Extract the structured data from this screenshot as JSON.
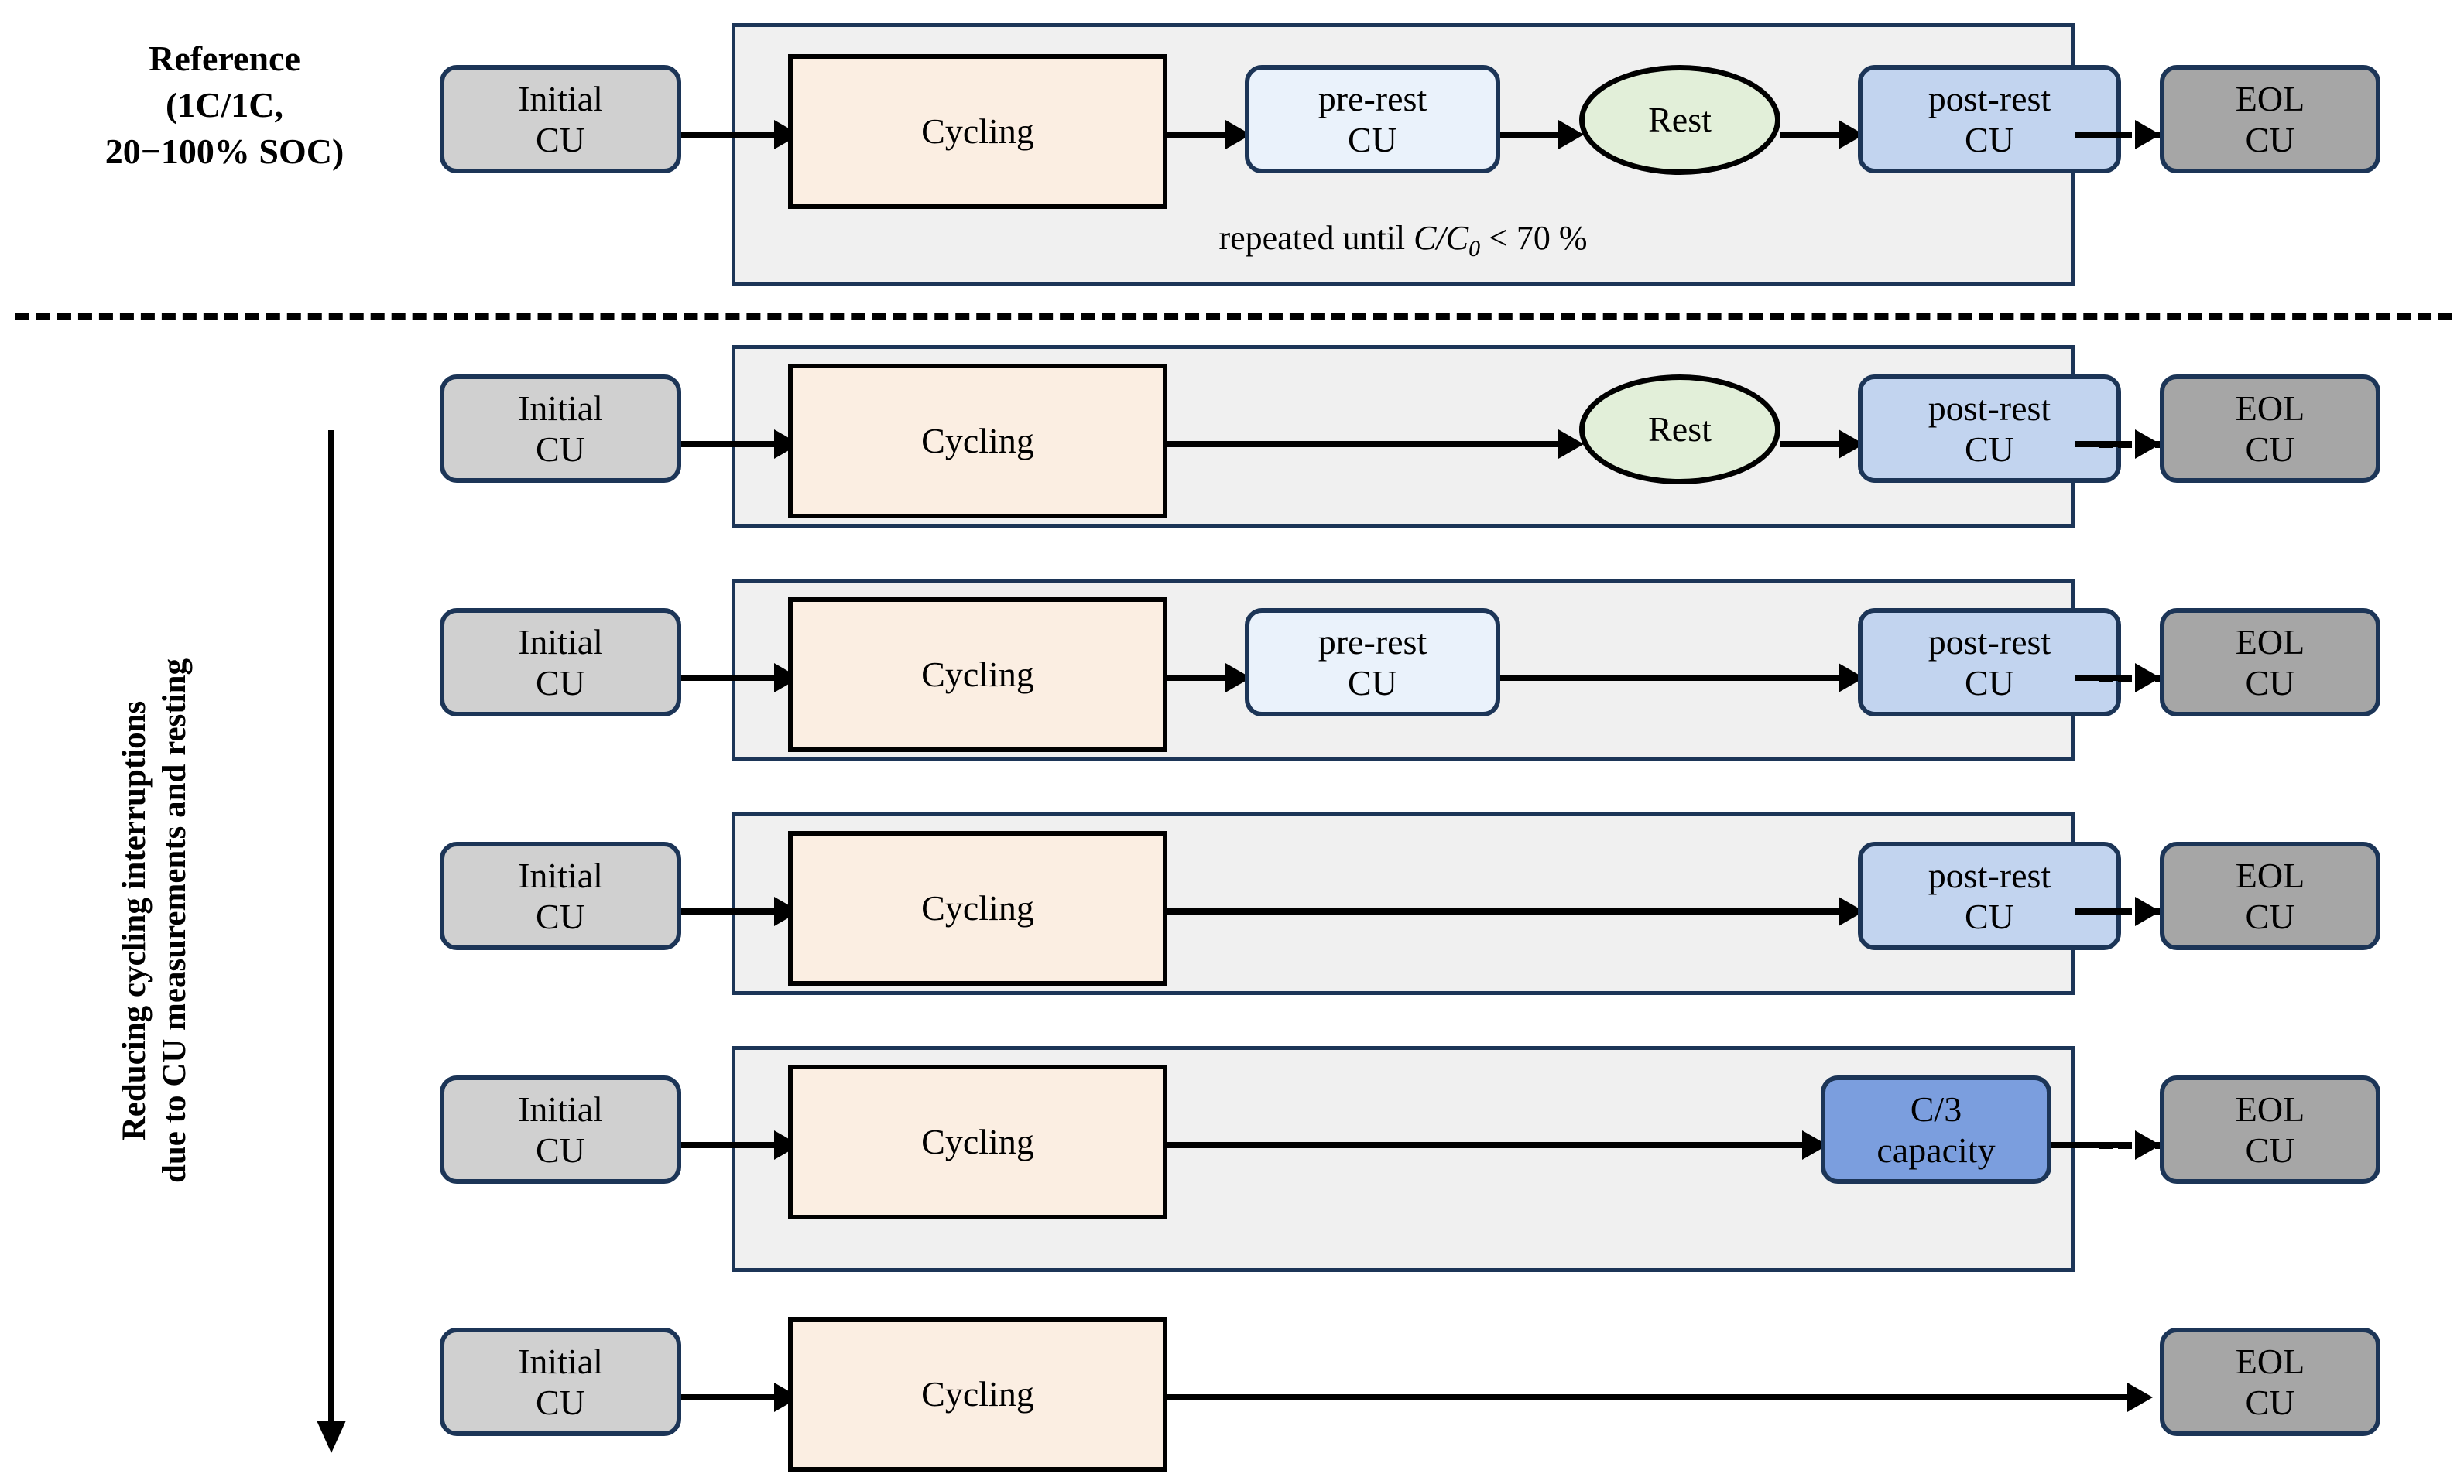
{
  "labels": {
    "reference": [
      "Reference",
      "(1C/1C,",
      "20−100% SOC)"
    ],
    "vertical": [
      "Reducing cycling interruptions",
      "due to CU measurements and resting"
    ]
  },
  "nodes": {
    "initial_cu": [
      "Initial",
      "CU"
    ],
    "cycling": [
      "Cycling"
    ],
    "pre_rest_cu": [
      "pre-rest",
      "CU"
    ],
    "rest": [
      "Rest"
    ],
    "post_rest_cu": [
      "post-rest",
      "CU"
    ],
    "eol_cu": [
      "EOL",
      "CU"
    ],
    "c3_capacity": [
      "C/3",
      "capacity"
    ]
  },
  "loop_note": {
    "prefix": "repeated until ",
    "formula_c": "C",
    "slash": "/",
    "formula_c0": "C",
    "subscript": "0",
    "suffix": " < 70 %"
  },
  "colors": {
    "container_border": "#1c3557",
    "container_fill": "#f0f0f0",
    "initial_cu": "#d0d0d0",
    "eol_cu": "#a6a6a6",
    "cycling": "#fbeee2",
    "pre_rest": "#eaf2fb",
    "post_rest": "#c2d4ef",
    "c3_capacity": "#7b9ede",
    "rest": "#e2efd9",
    "line": "#000000"
  },
  "rows": [
    {
      "id": "reference",
      "has_container": true,
      "steps": [
        "Initial CU",
        "Cycling",
        "pre-rest CU",
        "Rest",
        "post-rest CU",
        "EOL CU"
      ],
      "note": "repeated until C/C0 < 70 %"
    },
    {
      "id": "no-pre-rest-cu",
      "has_container": true,
      "steps": [
        "Initial CU",
        "Cycling",
        "Rest",
        "post-rest CU",
        "EOL CU"
      ],
      "note": ""
    },
    {
      "id": "no-rest",
      "has_container": true,
      "steps": [
        "Initial CU",
        "Cycling",
        "pre-rest CU",
        "post-rest CU",
        "EOL CU"
      ],
      "note": ""
    },
    {
      "id": "post-rest-only",
      "has_container": true,
      "steps": [
        "Initial CU",
        "Cycling",
        "post-rest CU",
        "EOL CU"
      ],
      "note": ""
    },
    {
      "id": "c3-capacity-only",
      "has_container": true,
      "steps": [
        "Initial CU",
        "Cycling",
        "C/3 capacity",
        "EOL CU"
      ],
      "note": ""
    },
    {
      "id": "no-interruption",
      "has_container": false,
      "steps": [
        "Initial CU",
        "Cycling",
        "EOL CU"
      ],
      "note": ""
    }
  ]
}
